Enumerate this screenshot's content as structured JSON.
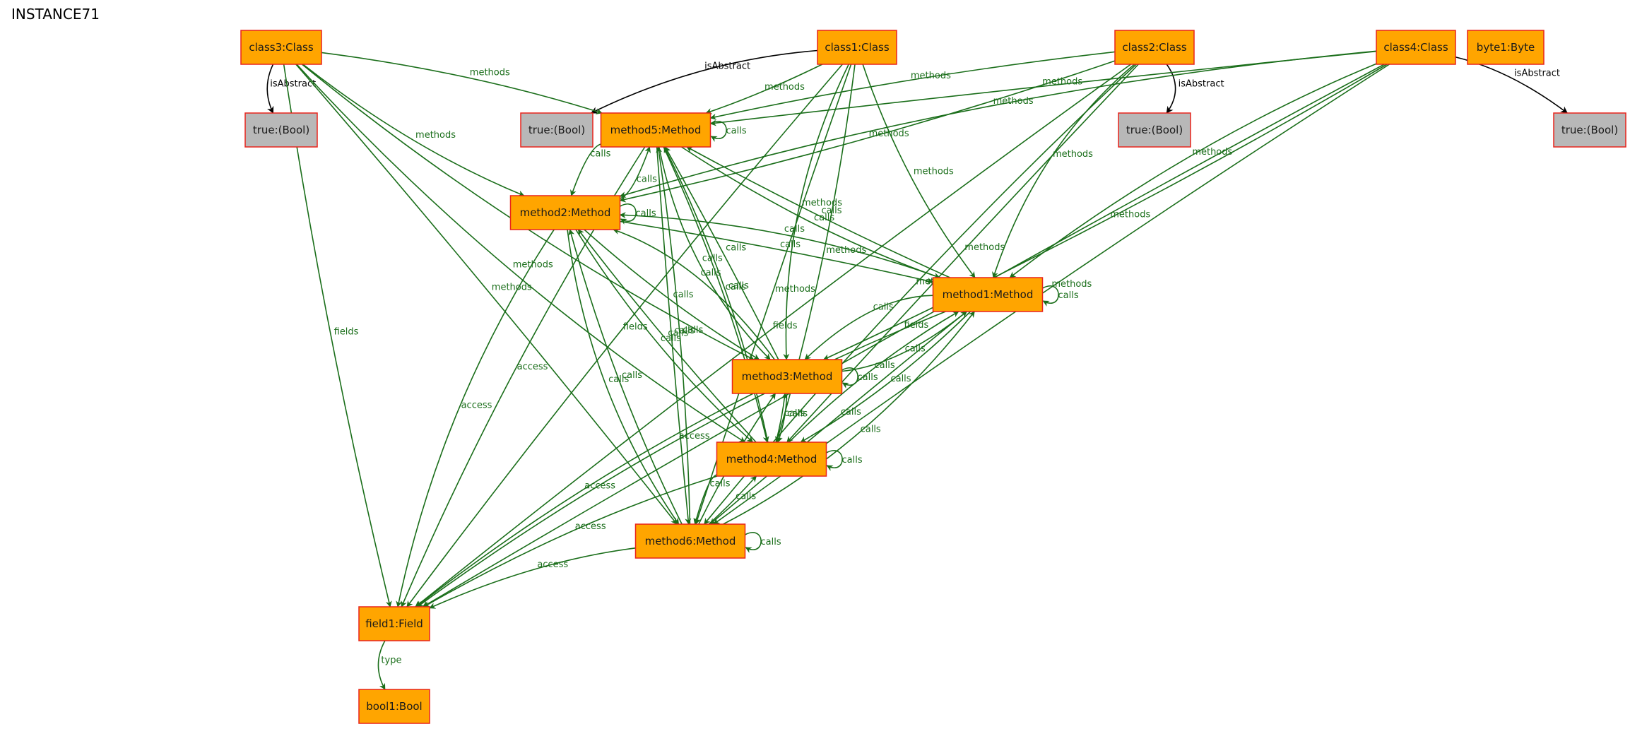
{
  "title": "INSTANCE71",
  "colors": {
    "node_fill": "#ffa500",
    "node_border": "#e8231b",
    "bool_fill": "#b8b8b8",
    "bool_border": "#000000",
    "edge_green": "#1a6e1a",
    "edge_black": "#000000"
  },
  "nodes": [
    {
      "id": "class3",
      "label": "class3:Class",
      "kind": "class"
    },
    {
      "id": "class1",
      "label": "class1:Class",
      "kind": "class"
    },
    {
      "id": "class2",
      "label": "class2:Class",
      "kind": "class"
    },
    {
      "id": "class4",
      "label": "class4:Class",
      "kind": "class"
    },
    {
      "id": "byte1",
      "label": "byte1:Byte",
      "kind": "class"
    },
    {
      "id": "trueA",
      "label": "true:(Bool)",
      "kind": "bool"
    },
    {
      "id": "trueB",
      "label": "true:(Bool)",
      "kind": "bool"
    },
    {
      "id": "trueC",
      "label": "true:(Bool)",
      "kind": "bool"
    },
    {
      "id": "trueD",
      "label": "true:(Bool)",
      "kind": "bool"
    },
    {
      "id": "method5",
      "label": "method5:Method",
      "kind": "method"
    },
    {
      "id": "method2",
      "label": "method2:Method",
      "kind": "method"
    },
    {
      "id": "method1",
      "label": "method1:Method",
      "kind": "method"
    },
    {
      "id": "method3",
      "label": "method3:Method",
      "kind": "method"
    },
    {
      "id": "method4",
      "label": "method4:Method",
      "kind": "method"
    },
    {
      "id": "method6",
      "label": "method6:Method",
      "kind": "method"
    },
    {
      "id": "field1",
      "label": "field1:Field",
      "kind": "method"
    },
    {
      "id": "bool1",
      "label": "bool1:Bool",
      "kind": "method"
    }
  ],
  "edges": [
    {
      "from": "class3",
      "to": "trueA",
      "label": "isAbstract",
      "kind": "black"
    },
    {
      "from": "class1",
      "to": "trueB",
      "label": "isAbstract",
      "kind": "black"
    },
    {
      "from": "class2",
      "to": "trueC",
      "label": "isAbstract",
      "kind": "black"
    },
    {
      "from": "class4",
      "to": "trueD",
      "label": "isAbstract",
      "kind": "black"
    },
    {
      "from": "class3",
      "to": "method5",
      "label": "methods"
    },
    {
      "from": "class3",
      "to": "method2",
      "label": "methods"
    },
    {
      "from": "class3",
      "to": "method3",
      "label": "methods"
    },
    {
      "from": "class3",
      "to": "method4",
      "label": "methods"
    },
    {
      "from": "class3",
      "to": "method6",
      "label": "methods"
    },
    {
      "from": "class3",
      "to": "field1",
      "label": "fields"
    },
    {
      "from": "class1",
      "to": "method5",
      "label": "methods"
    },
    {
      "from": "class1",
      "to": "method1",
      "label": "methods"
    },
    {
      "from": "class1",
      "to": "method3",
      "label": "methods"
    },
    {
      "from": "class1",
      "to": "method4",
      "label": "methods"
    },
    {
      "from": "class1",
      "to": "method6",
      "label": "methods"
    },
    {
      "from": "class1",
      "to": "field1",
      "label": "fields"
    },
    {
      "from": "class2",
      "to": "method5",
      "label": "methods"
    },
    {
      "from": "class2",
      "to": "method2",
      "label": "methods"
    },
    {
      "from": "class2",
      "to": "method1",
      "label": "methods"
    },
    {
      "from": "class2",
      "to": "method4",
      "label": "methods"
    },
    {
      "from": "class2",
      "to": "method6",
      "label": "methods"
    },
    {
      "from": "class2",
      "to": "field1",
      "label": "fields"
    },
    {
      "from": "class4",
      "to": "method5",
      "label": "methods"
    },
    {
      "from": "class4",
      "to": "method2",
      "label": "methods"
    },
    {
      "from": "class4",
      "to": "method1",
      "label": "methods"
    },
    {
      "from": "class4",
      "to": "method3",
      "label": "methods"
    },
    {
      "from": "class4",
      "to": "method6",
      "label": "methods"
    },
    {
      "from": "class4",
      "to": "field1",
      "label": "fields"
    },
    {
      "from": "method5",
      "to": "method5",
      "label": "calls"
    },
    {
      "from": "method5",
      "to": "method2",
      "label": "calls"
    },
    {
      "from": "method2",
      "to": "method5",
      "label": "calls"
    },
    {
      "from": "method5",
      "to": "method1",
      "label": "calls"
    },
    {
      "from": "method1",
      "to": "method5",
      "label": "calls"
    },
    {
      "from": "method5",
      "to": "method3",
      "label": "calls"
    },
    {
      "from": "method3",
      "to": "method5",
      "label": "calls"
    },
    {
      "from": "method5",
      "to": "method4",
      "label": "calls"
    },
    {
      "from": "method4",
      "to": "method5",
      "label": "calls"
    },
    {
      "from": "method5",
      "to": "method6",
      "label": "calls"
    },
    {
      "from": "method6",
      "to": "method5",
      "label": "calls"
    },
    {
      "from": "method5",
      "to": "field1",
      "label": "access"
    },
    {
      "from": "method2",
      "to": "method2",
      "label": "calls"
    },
    {
      "from": "method2",
      "to": "method1",
      "label": "calls"
    },
    {
      "from": "method1",
      "to": "method2",
      "label": "calls"
    },
    {
      "from": "method2",
      "to": "method3",
      "label": "calls"
    },
    {
      "from": "method3",
      "to": "method2",
      "label": "calls"
    },
    {
      "from": "method2",
      "to": "method4",
      "label": "calls"
    },
    {
      "from": "method4",
      "to": "method2",
      "label": "calls"
    },
    {
      "from": "method2",
      "to": "method6",
      "label": "calls"
    },
    {
      "from": "method6",
      "to": "method2",
      "label": "calls"
    },
    {
      "from": "method2",
      "to": "field1",
      "label": "access"
    },
    {
      "from": "method1",
      "to": "method1",
      "label": "calls"
    },
    {
      "from": "method1",
      "to": "method3",
      "label": "calls"
    },
    {
      "from": "method3",
      "to": "method1",
      "label": "calls"
    },
    {
      "from": "method1",
      "to": "method4",
      "label": "calls"
    },
    {
      "from": "method4",
      "to": "method1",
      "label": "calls"
    },
    {
      "from": "method1",
      "to": "method6",
      "label": "calls"
    },
    {
      "from": "method6",
      "to": "method1",
      "label": "calls"
    },
    {
      "from": "method1",
      "to": "field1",
      "label": "access"
    },
    {
      "from": "method3",
      "to": "method3",
      "label": "calls"
    },
    {
      "from": "method3",
      "to": "method4",
      "label": "calls"
    },
    {
      "from": "method4",
      "to": "method3",
      "label": "calls"
    },
    {
      "from": "method6",
      "to": "method3",
      "label": "calls"
    },
    {
      "from": "method3",
      "to": "field1",
      "label": "access"
    },
    {
      "from": "method4",
      "to": "method4",
      "label": "calls"
    },
    {
      "from": "method4",
      "to": "method6",
      "label": "calls"
    },
    {
      "from": "method6",
      "to": "method4",
      "label": "calls"
    },
    {
      "from": "method4",
      "to": "field1",
      "label": "access"
    },
    {
      "from": "method6",
      "to": "method6",
      "label": "calls"
    },
    {
      "from": "method6",
      "to": "field1",
      "label": "access"
    },
    {
      "from": "field1",
      "to": "bool1",
      "label": "type"
    }
  ]
}
